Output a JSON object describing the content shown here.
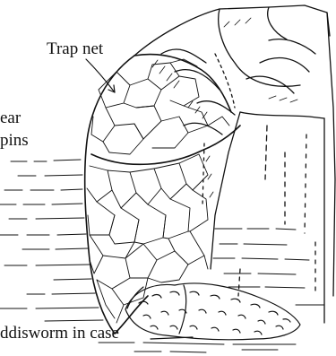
{
  "labels": {
    "trap_net": "Trap net",
    "spin_line1": "ear",
    "spin_line2": "pins",
    "caddisworm": "ddisworm in case"
  },
  "colors": {
    "ink": "#111111",
    "paper": "#ffffff"
  }
}
